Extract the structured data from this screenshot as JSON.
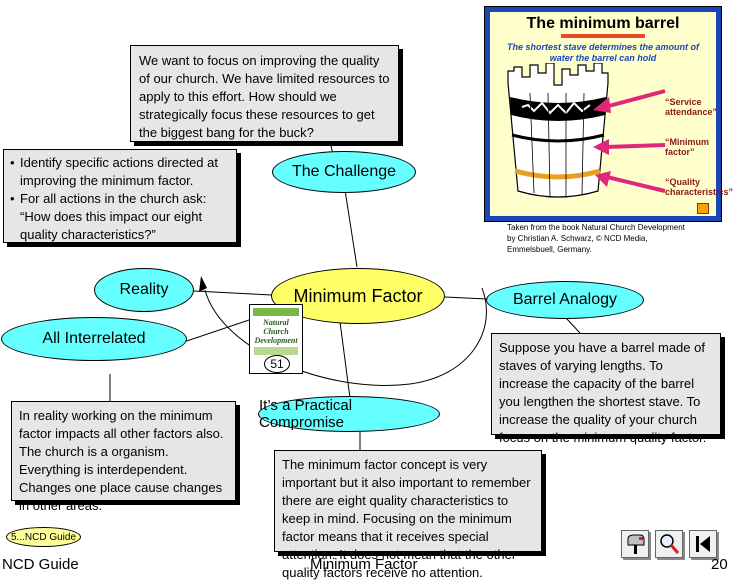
{
  "challenge_text": "We want to focus on improving the quality of our church.  We have limited resources to apply to this effort.  How should we strategically focus these resources to get the biggest bang for the buck?",
  "reality_bullets": [
    "Identify specific actions directed at improving the minimum factor.",
    "For all actions in the church ask: “How does this impact our eight quality characteristics?”"
  ],
  "nodes": {
    "challenge": "The Challenge",
    "reality": "Reality",
    "center": "Minimum Factor",
    "barrel": "Barrel Analogy",
    "interrelated": "All Interrelated",
    "compromise": "It’s a Practical Compromise"
  },
  "barrel_figure": {
    "title": "The minimum barrel",
    "subtitle": "The shortest stave determines the amount of water the barrel can hold",
    "label_service": "“Service attendance”",
    "label_minimum": "“Minimum factor”",
    "label_quality": "“Quality characteristics”",
    "caption": "Taken from the book Natural Church Development by Christian A. Schwarz, © NCD Media, Emmelsbuell, Germany."
  },
  "book": {
    "title": "Natural Church Development",
    "number": "51"
  },
  "barrel_text": "Suppose you have a barrel made of staves of varying lengths.  To increase the capacity of the barrel you lengthen the shortest stave.  To increase the quality of your church focus on the minimum quality factor.",
  "interrelated_text": "In reality working on the minimum factor impacts all other factors also.  The church is a organism.  Everything is interdependent.  Changes one place cause changes in other areas.",
  "compromise_text": "The minimum factor concept is very important but it also important to remember there are eight quality characteristics to keep in mind.  Focusing on the minimum factor means that it receives special attention.  It does not mean that the other quality factors receive no attention.",
  "nav_badge": "5...NCD Guide",
  "footer": {
    "left": "NCD Guide",
    "center": "Minimum Factor",
    "page": "20"
  }
}
